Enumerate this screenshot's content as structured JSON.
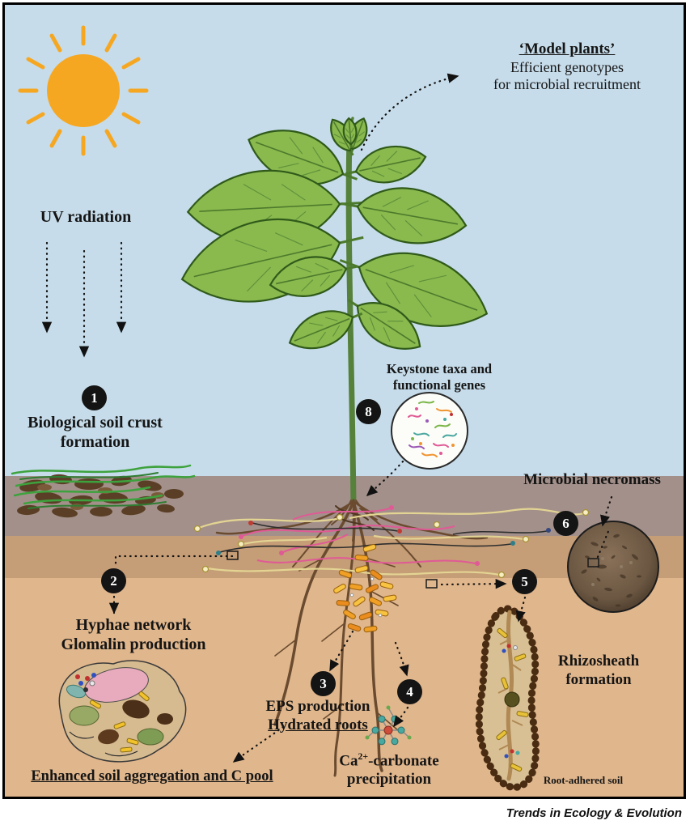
{
  "credit": "Trends in Ecology & Evolution",
  "uv_label": "UV radiation",
  "model_plants": {
    "title": "‘Model plants’",
    "line1": "Efficient genotypes",
    "line2": "for microbial recruitment"
  },
  "keystone": {
    "line1": "Keystone taxa and",
    "line2": "functional genes"
  },
  "steps": {
    "s1": {
      "num": "1",
      "line1": "Biological soil crust",
      "line2": "formation"
    },
    "s2": {
      "num": "2",
      "line1": "Hyphae network",
      "line2": "Glomalin production"
    },
    "s3": {
      "num": "3",
      "title": "EPS production",
      "subtitle": "Hydrated roots"
    },
    "s4": {
      "num": "4",
      "base": "Ca",
      "sup": "2+",
      "suffix": "-carbonate",
      "line2": "precipitation"
    },
    "s5": {
      "num": "5",
      "line1": "Rhizosheath",
      "line2": "formation"
    },
    "s6": {
      "num": "6",
      "label": "Microbial necromass"
    },
    "s8": {
      "num": "8"
    }
  },
  "notes": {
    "aggregation": "Enhanced soil aggregation and C pool",
    "root_adhered": "Root-adhered soil"
  },
  "colors": {
    "sky": "#c6dcea",
    "crust_band": "#a3908a",
    "soil_upper": "#c59d76",
    "soil_lower": "#e0b68c",
    "sun": "#f6a722",
    "leaf_green": "#8ab94e",
    "hyphae_pink": "#e05a96",
    "hyphae_yellow": "#e3d493",
    "eps_orange": "#f0a025",
    "badge_black": "#141414"
  }
}
